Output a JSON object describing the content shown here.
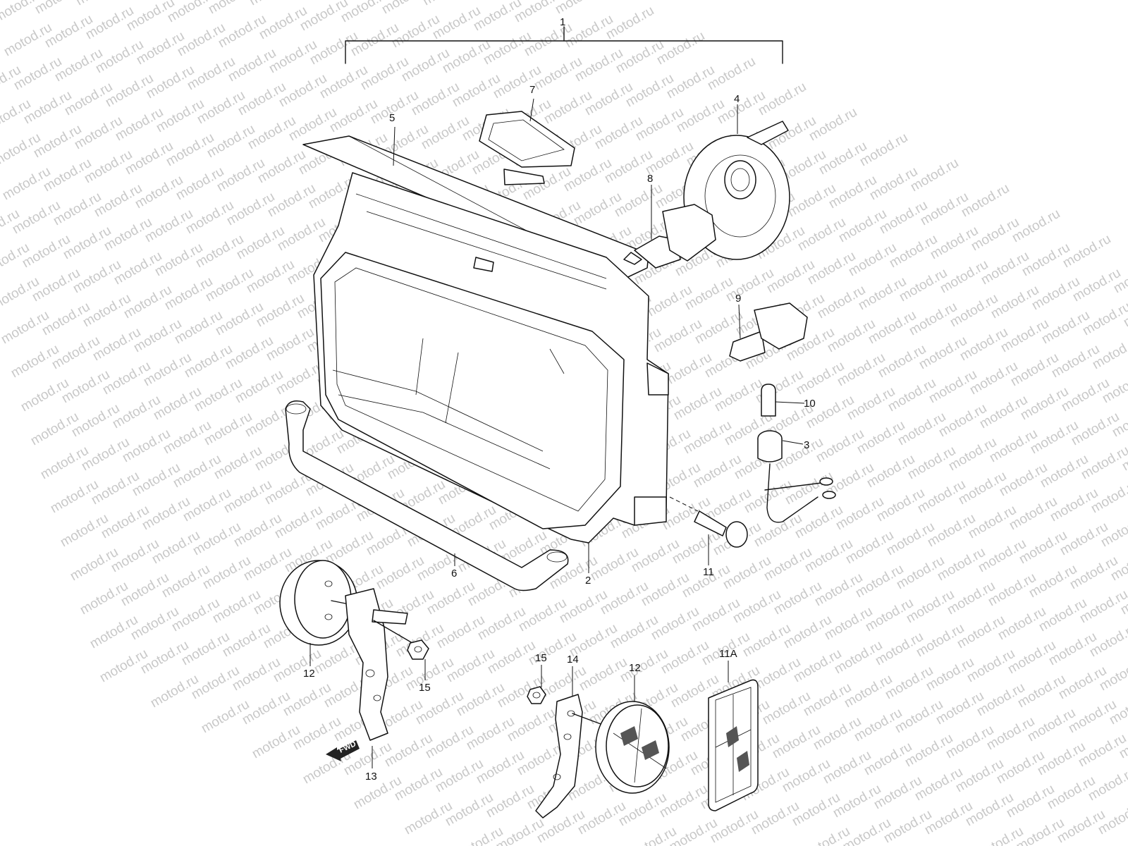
{
  "watermark": {
    "text": "motod.ru",
    "color": "#c8c8c8"
  },
  "callouts": {
    "c1": "1",
    "c2": "2",
    "c3": "3",
    "c4": "4",
    "c5": "5",
    "c6": "6",
    "c7": "7",
    "c8": "8",
    "c9": "9",
    "c10": "10",
    "c11": "11",
    "c11a": "11A",
    "c12a": "12",
    "c12b": "12",
    "c13": "13",
    "c14": "14",
    "c15a": "15",
    "c15b": "15"
  },
  "fwd_label": "FWD"
}
